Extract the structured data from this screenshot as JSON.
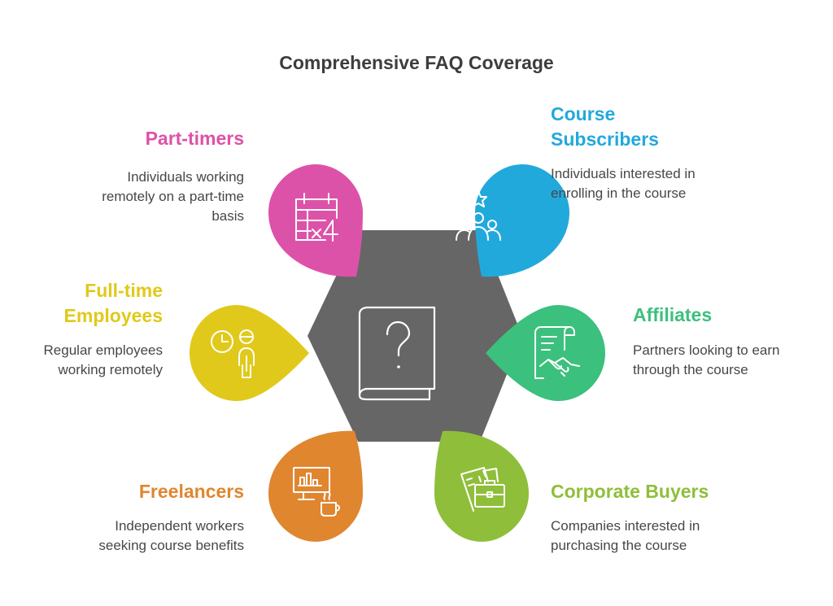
{
  "title": "Comprehensive FAQ Coverage",
  "center_icon": "question-book-icon",
  "hub_color": "#666666",
  "segments": [
    {
      "id": "part-timers",
      "title_lines": [
        "Part-timers"
      ],
      "desc_lines": [
        "Individuals working",
        "remotely on a part-time",
        "basis"
      ],
      "color": "#dd52a9",
      "icon": "calendar-icon"
    },
    {
      "id": "course-subscribers",
      "title_lines": [
        "Course",
        "Subscribers"
      ],
      "desc_lines": [
        "Individuals interested in",
        "enrolling in the course"
      ],
      "color": "#22a9dc",
      "icon": "group-star-icon"
    },
    {
      "id": "full-time-employees",
      "title_lines": [
        "Full-time",
        "Employees"
      ],
      "desc_lines": [
        "Regular employees",
        "working remotely"
      ],
      "color": "#e0c91b",
      "icon": "clock-person-icon"
    },
    {
      "id": "affiliates",
      "title_lines": [
        "Affiliates"
      ],
      "desc_lines": [
        "Partners looking to earn",
        "through the course"
      ],
      "color": "#3cc07d",
      "icon": "contract-handshake-icon"
    },
    {
      "id": "freelancers",
      "title_lines": [
        "Freelancers"
      ],
      "desc_lines": [
        "Independent workers",
        "seeking course benefits"
      ],
      "color": "#e0862f",
      "icon": "monitor-coffee-icon"
    },
    {
      "id": "corporate-buyers",
      "title_lines": [
        "Corporate Buyers"
      ],
      "desc_lines": [
        "Companies interested in",
        "purchasing the course"
      ],
      "color": "#8fbe3a",
      "icon": "briefcase-documents-icon"
    }
  ]
}
